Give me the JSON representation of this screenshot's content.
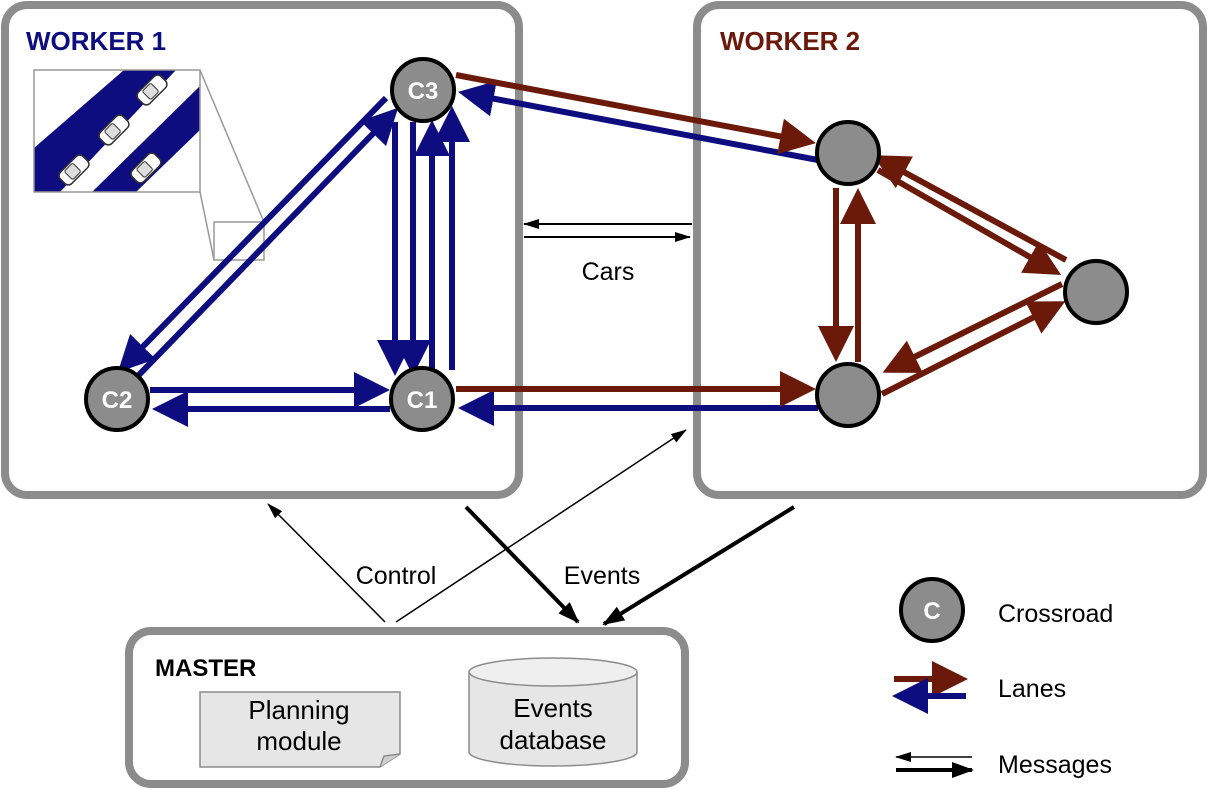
{
  "workers": {
    "worker1": {
      "title": "WORKER 1"
    },
    "worker2": {
      "title": "WORKER 2"
    }
  },
  "crossroads": {
    "c1": "C1",
    "c2": "C2",
    "c3": "C3"
  },
  "messages": {
    "cars": "Cars",
    "control": "Control",
    "events": "Events"
  },
  "master": {
    "title": "MASTER",
    "planning_line1": "Planning",
    "planning_line2": "module",
    "db_line1": "Events",
    "db_line2": "database"
  },
  "legend": {
    "crossroad_symbol": "C",
    "crossroad": "Crossroad",
    "lanes": "Lanes",
    "messages": "Messages"
  },
  "colors": {
    "worker1": "#0d0d80",
    "worker2": "#6b1a0a",
    "node_fill": "#8c8c8c",
    "box_border": "#8c8c8c"
  }
}
